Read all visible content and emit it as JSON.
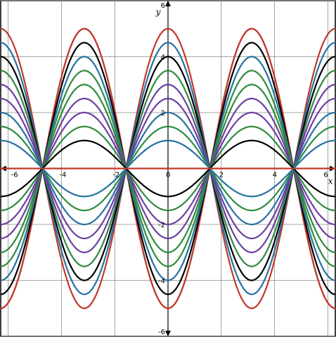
{
  "chart_data": {
    "type": "line",
    "title": "",
    "xlabel": "x",
    "ylabel": "y",
    "xlim": [
      -6.28,
      6.28
    ],
    "ylim": [
      -6,
      6
    ],
    "grid": true,
    "x_ticks": [
      -6,
      -4,
      -2,
      0,
      2,
      4,
      6
    ],
    "x_tick_labels": [
      "-6",
      "-4",
      "-2",
      "0",
      "2",
      "4",
      "6"
    ],
    "y_ticks": [
      -6,
      -4,
      -2,
      2,
      4,
      6
    ],
    "y_tick_labels": [
      "-6",
      "-4",
      "-2",
      "2",
      "4",
      "6"
    ],
    "series": [
      {
        "amplitude": 0,
        "color": "#c0392b"
      },
      {
        "amplitude": 1,
        "color": "#2471a3"
      },
      {
        "amplitude": -1,
        "color": "#000000"
      },
      {
        "amplitude": 2,
        "color": "#2471a3"
      },
      {
        "amplitude": -2,
        "color": "#6c3fa0"
      },
      {
        "amplitude": 3,
        "color": "#6c3fa0"
      },
      {
        "amplitude": -3,
        "color": "#2e8b3e"
      },
      {
        "amplitude": 4,
        "color": "#000000"
      },
      {
        "amplitude": -4,
        "color": "#2471a3"
      },
      {
        "amplitude": 5,
        "color": "#c0392b"
      },
      {
        "amplitude": -5,
        "color": "#c0392b"
      },
      {
        "amplitude": 1.5,
        "color": "#2e8b3e"
      },
      {
        "amplitude": -1.5,
        "color": "#2e8b3e"
      },
      {
        "amplitude": 2.5,
        "color": "#6c3fa0"
      },
      {
        "amplitude": -2.5,
        "color": "#6c3fa0"
      },
      {
        "amplitude": 3.5,
        "color": "#2e8b3e"
      },
      {
        "amplitude": -3.5,
        "color": "#2e8b3e"
      },
      {
        "amplitude": 4.5,
        "color": "#2471a3"
      },
      {
        "amplitude": -4.5,
        "color": "#000000"
      },
      {
        "amplitude": -5,
        "color": "#c0392b"
      }
    ],
    "function": "y = A*cos(x)"
  }
}
